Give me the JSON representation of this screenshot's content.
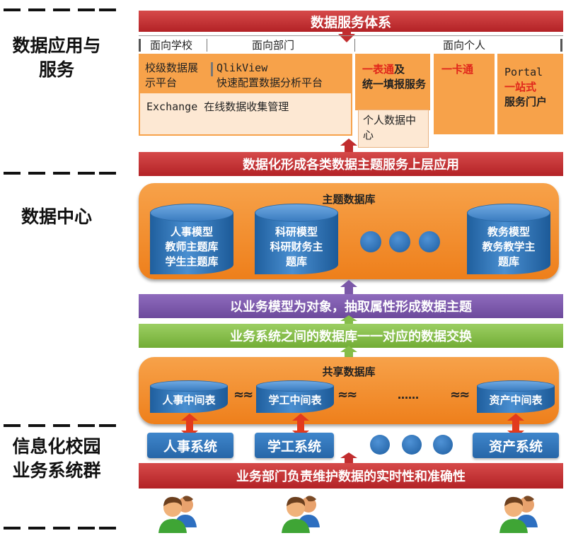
{
  "layers": {
    "apps": "数据应用与服务",
    "center": "数据中心",
    "systems": "信息化校园业务系统群"
  },
  "top": {
    "header": "数据服务体系",
    "school_tab": "面向学校",
    "dept_tab": "面向部门",
    "personal_tab": "面向个人",
    "school_platform": "校级数据展示平台",
    "qlik_name": "QlikView",
    "qlik_desc": "快速配置数据分析平台",
    "exchange": "Exchange 在线数据收集管理",
    "one_table_red": "一表通",
    "one_table_rest1": "及",
    "one_table_rest2": "统一填报服务",
    "personal_center": "个人数据中心",
    "one_card": "一卡通",
    "portal_line1": "Portal",
    "portal_red": "一站式",
    "portal_rest": "服务门户"
  },
  "bars": {
    "upper_app": "数据化形成各类数据主题服务上层应用",
    "model": "以业务模型为对象，抽取属性形成数据主题",
    "exchange": "业务系统之间的数据库一一对应的数据交换",
    "maintain": "业务部门负责维护数据的实时性和准确性"
  },
  "theme_db": {
    "title": "主题数据库",
    "hr": [
      "人事模型",
      "教师主题库",
      "学生主题库"
    ],
    "research": [
      "科研模型",
      "科研财务主",
      "题库"
    ],
    "teaching": [
      "教务模型",
      "教务教学主",
      "题库"
    ]
  },
  "shared_db": {
    "title": "共享数据库",
    "hr_mid": "人事中间表",
    "student_mid": "学工中间表",
    "ellipsis": "……",
    "asset_mid": "资产中间表",
    "wave": "≈≈"
  },
  "systems": {
    "hr": "人事系统",
    "student": "学工系统",
    "asset": "资产系统"
  },
  "colors": {
    "red_bar": "#c12d2f",
    "purple_bar": "#7b58a8",
    "green_bar": "#85bd49",
    "orange": "#f28a2a",
    "blue": "#2f73b8"
  }
}
